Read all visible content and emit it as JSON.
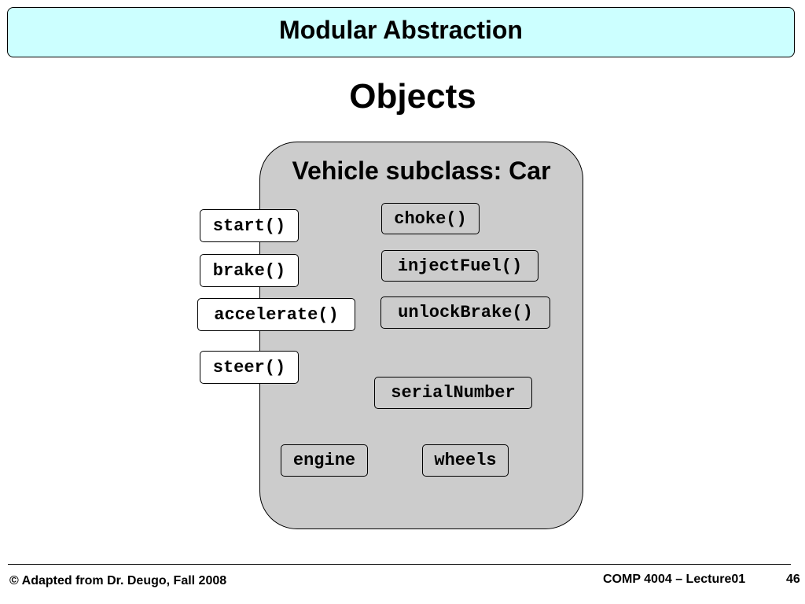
{
  "header": {
    "title": "Modular Abstraction",
    "background_color": "#ccffff"
  },
  "slide": {
    "subtitle": "Objects"
  },
  "diagram": {
    "object_title": "Vehicle subclass: Car",
    "object_fill_color": "#cccccc",
    "public_methods": [
      "start()",
      "brake()",
      "accelerate()",
      "steer()"
    ],
    "private_methods": [
      "choke()",
      "injectFuel()",
      "unlockBrake()"
    ],
    "private_fields": [
      "serialNumber",
      "engine",
      "wheels"
    ]
  },
  "footer": {
    "credit": "© Adapted from Dr. Deugo, Fall 2008",
    "course": "COMP 4004 – Lecture01",
    "page_number": "46"
  }
}
